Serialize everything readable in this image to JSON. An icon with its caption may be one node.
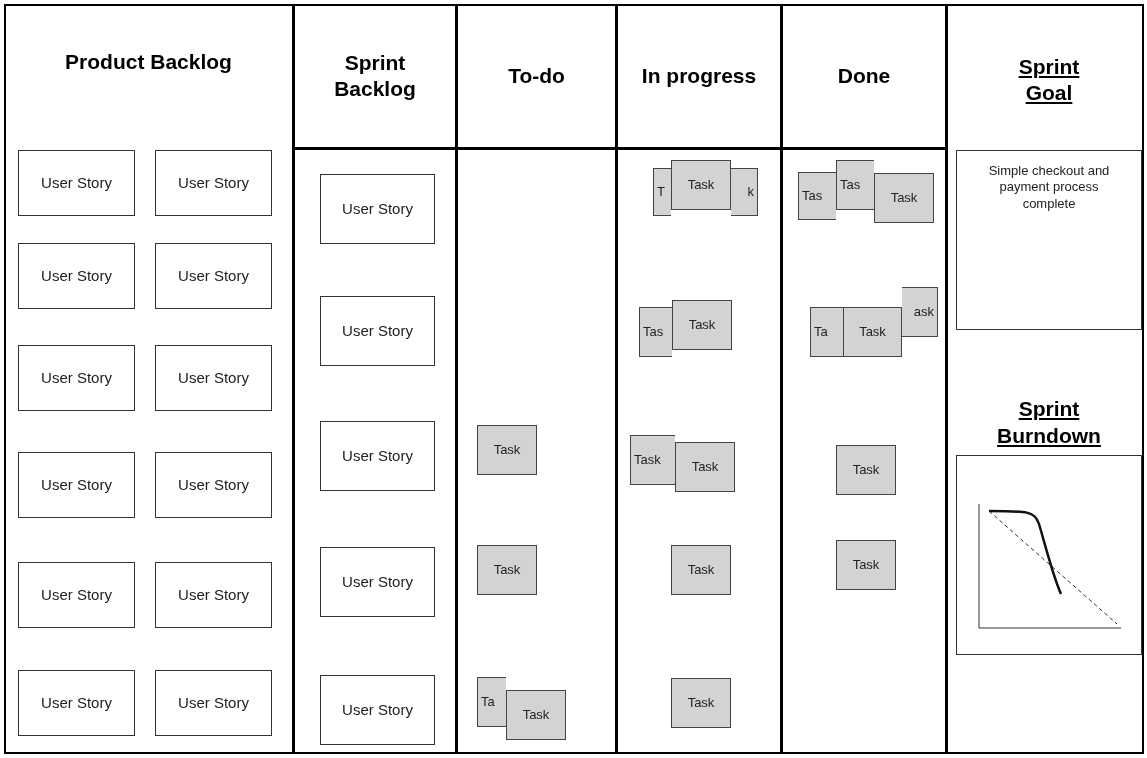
{
  "diagram": {
    "nodes": [
      {
        "text": [
          "Product Backlog"
        ]
      },
      {
        "text": [
          "Sprint Backlog"
        ]
      },
      {
        "text": [
          "To-do"
        ]
      },
      {
        "text": [
          "In progress"
        ]
      },
      {
        "text": [
          "Done"
        ]
      },
      {
        "text": [],
        "shape": "box"
      },
      {
        "text": [
          "User Story"
        ],
        "in": 0
      },
      {
        "text": [
          "User Story"
        ],
        "in": 0
      },
      {
        "text": [
          "User Story"
        ],
        "in": 0
      },
      {
        "text": [
          "User Story"
        ],
        "in": 0
      },
      {
        "text": [
          "User Story"
        ],
        "in": 0
      },
      {
        "text": [
          "User Story"
        ],
        "in": 0
      },
      {
        "text": [
          "User Story"
        ],
        "in": 0
      },
      {
        "text": [
          "User Story"
        ],
        "in": 0
      },
      {
        "text": [
          "User Story"
        ],
        "in": 0
      },
      {
        "text": [
          "User Story"
        ],
        "in": 0
      },
      {
        "text": [
          "User Story"
        ],
        "in": 0
      },
      {
        "text": [
          "User Story"
        ],
        "in": 0
      },
      {
        "text": [
          "User Story"
        ],
        "in": 1
      },
      {
        "text": [
          "User Story"
        ],
        "in": 1
      },
      {
        "text": [
          "User Story"
        ],
        "in": 1
      },
      {
        "text": [
          "User Story"
        ],
        "in": 1
      },
      {
        "text": [
          "User Story"
        ],
        "in": 1
      },
      {
        "text": [
          "Task"
        ],
        "in": 2
      },
      {
        "text": [
          "Task"
        ],
        "in": 2
      },
      {
        "text": [
          "Ta"
        ],
        "in": 2
      },
      {
        "text": [
          "Task"
        ],
        "in": 2
      },
      {
        "text": [
          "T"
        ],
        "in": 3
      },
      {
        "text": [
          "k"
        ],
        "in": 3
      },
      {
        "text": [
          "Task"
        ],
        "in": 3
      },
      {
        "text": [
          "Tas"
        ],
        "in": 3
      },
      {
        "text": [
          "Task"
        ],
        "in": 3
      },
      {
        "text": [
          "Task"
        ],
        "in": 3
      },
      {
        "text": [
          "Task"
        ],
        "in": 3
      },
      {
        "text": [
          "Task"
        ],
        "in": 3
      },
      {
        "text": [
          "Task"
        ],
        "in": 3
      },
      {
        "text": [
          "Tas"
        ],
        "in": 4
      },
      {
        "text": [
          "Tas"
        ],
        "in": 4
      },
      {
        "text": [
          "Task"
        ],
        "in": 4
      },
      {
        "text": [
          "ask"
        ],
        "in": 4
      },
      {
        "text": [
          "Ta"
        ],
        "in": 4
      },
      {
        "text": [
          "Task"
        ],
        "in": 4
      },
      {
        "text": [
          "Task"
        ],
        "in": 4
      },
      {
        "text": [
          "Task"
        ],
        "in": 4
      },
      {
        "text": [
          "Sprint Goal",
          "Simple checkout and payment process complete"
        ],
        "in": 5
      },
      {
        "text": [
          "Sprint Burndown"
        ],
        "in": 5
      }
    ]
  }
}
